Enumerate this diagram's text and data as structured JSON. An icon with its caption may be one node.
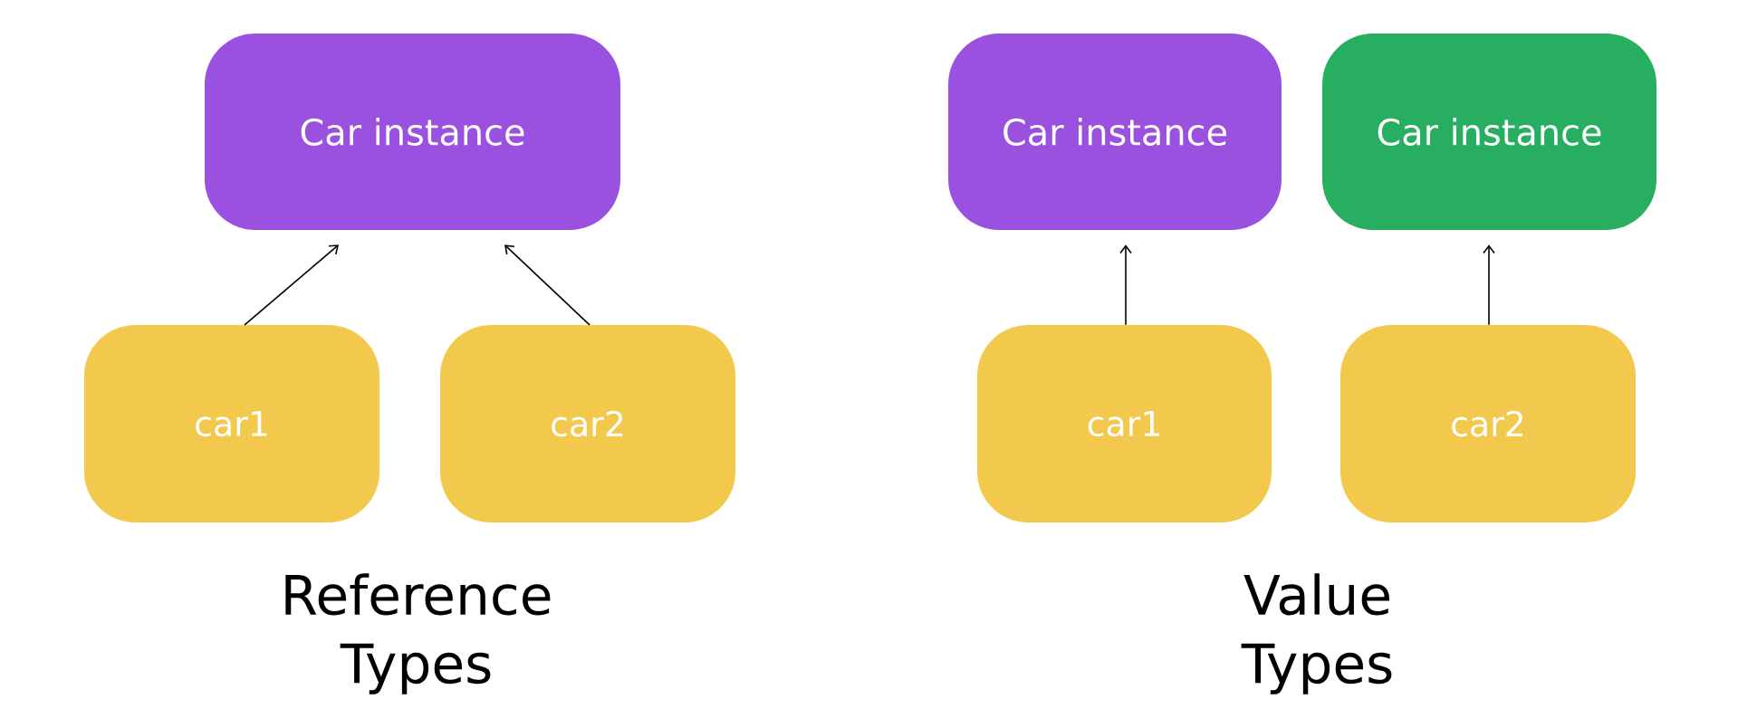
{
  "diagram": {
    "nodes": [
      {
        "text": [
          "Car instance"
        ]
      },
      {
        "text": [
          "car1"
        ]
      },
      {
        "text": [
          "car2"
        ]
      },
      {
        "text": [
          "Car instance"
        ]
      },
      {
        "text": [
          "Car instance"
        ]
      },
      {
        "text": [
          "car1"
        ]
      },
      {
        "text": [
          "car2"
        ]
      }
    ],
    "edges": [
      {
        "from": 1,
        "to": 0,
        "arrow": "to"
      },
      {
        "from": 2,
        "to": 0,
        "arrow": "to"
      },
      {
        "from": 5,
        "to": 3,
        "arrow": "to"
      },
      {
        "from": 6,
        "to": 4,
        "arrow": "to"
      }
    ],
    "labels": [
      "Reference Types",
      "Value Types"
    ]
  }
}
